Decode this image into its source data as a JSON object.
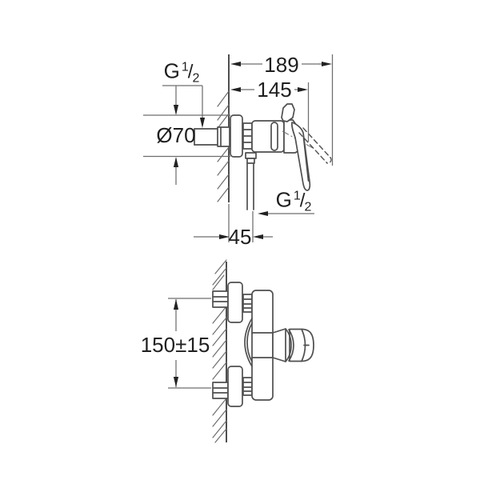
{
  "labels": {
    "dim189": "189",
    "dim145": "145",
    "dia70": "Ø70",
    "dim45": "45",
    "dim150": "150±15",
    "g_prefix": "G",
    "g_num": "1",
    "g_slash": "/",
    "g_den": "2"
  },
  "colors": {
    "line": "#4f4f4f",
    "dim": "#6e6e6e",
    "text": "#1f1f1f",
    "arrow": "#222222",
    "bg": "#ffffff"
  }
}
